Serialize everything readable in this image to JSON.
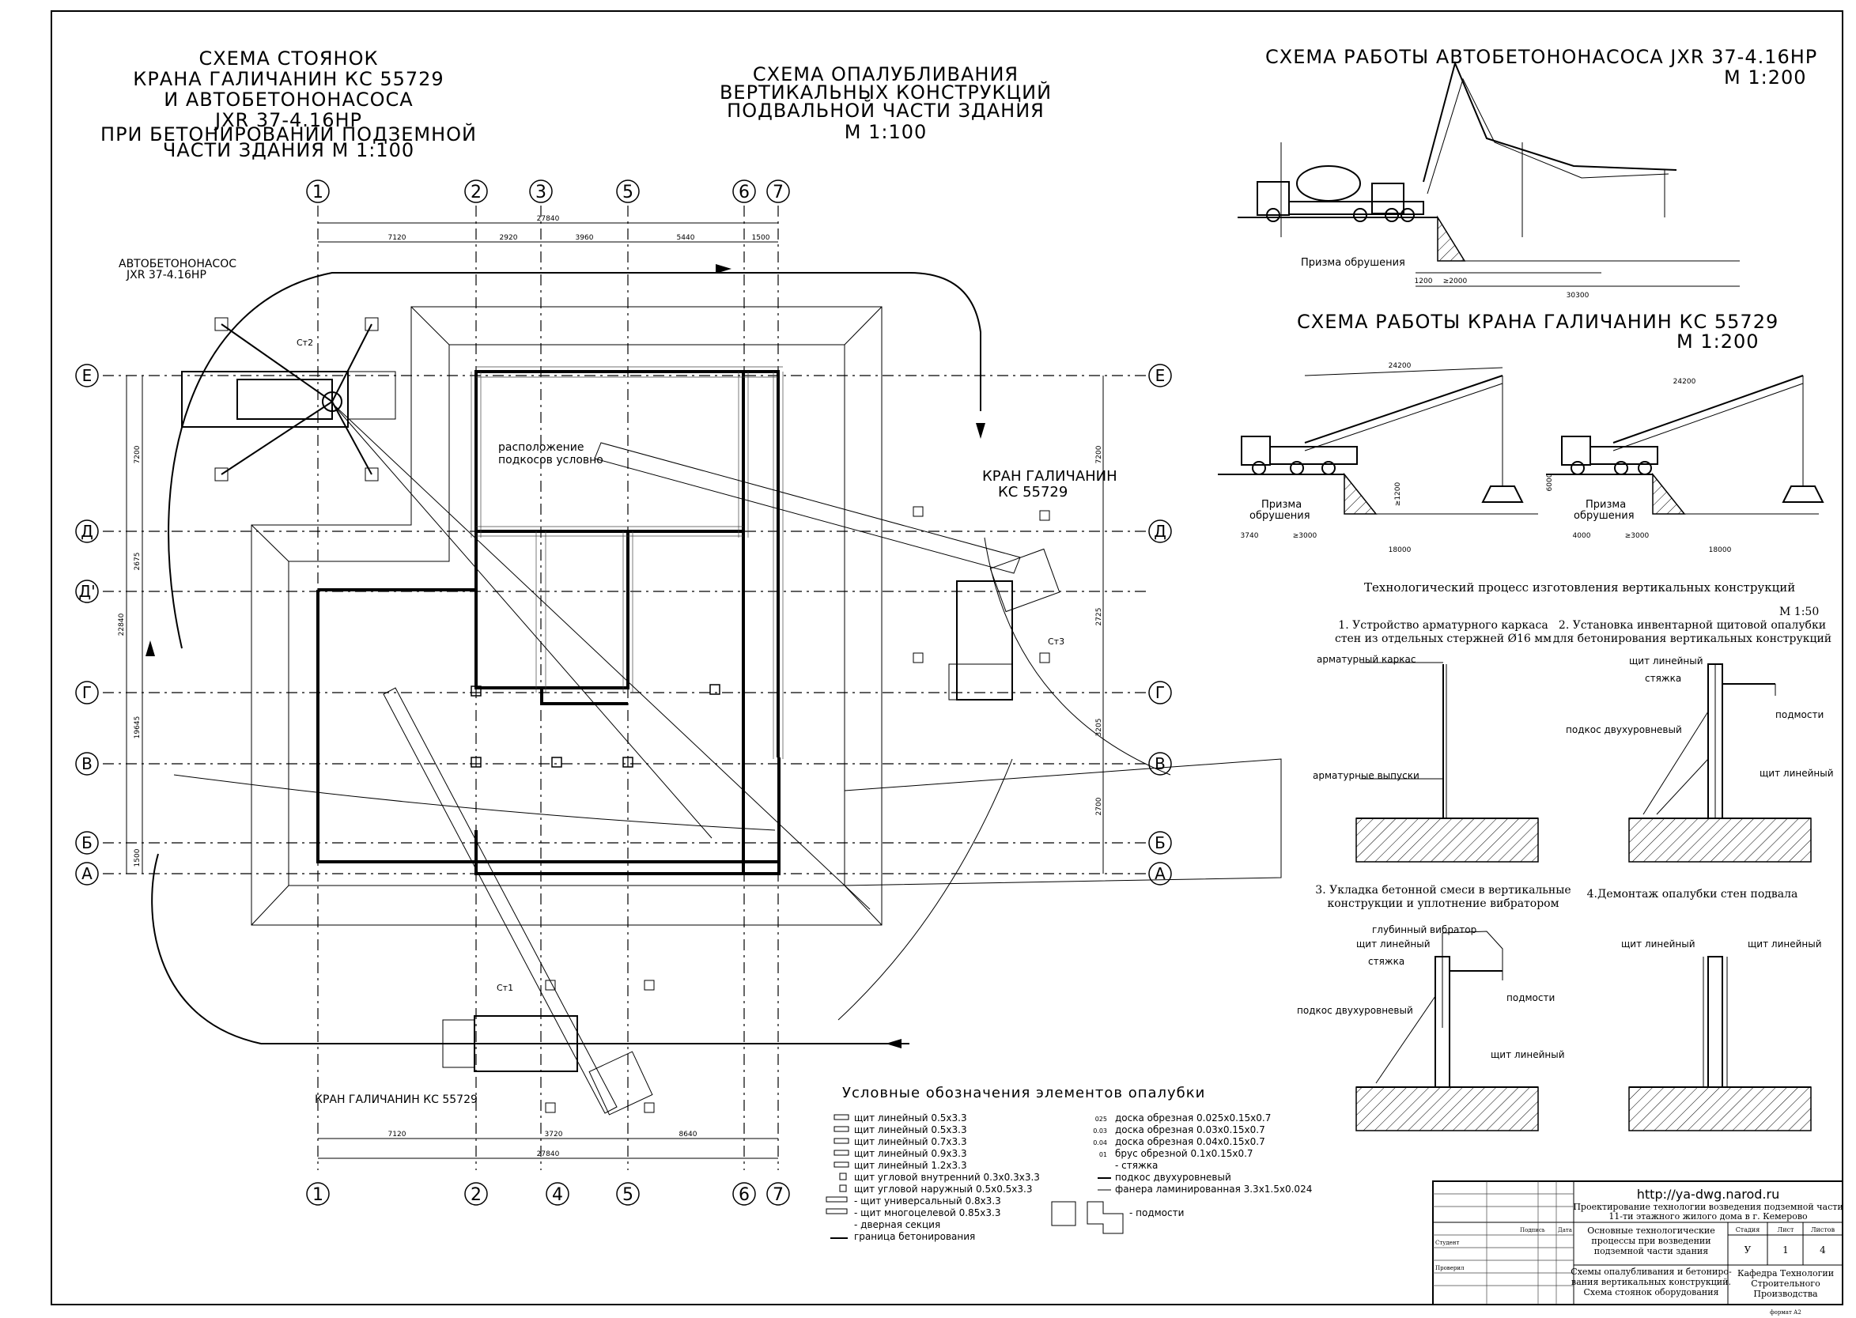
{
  "titles": {
    "parking_scheme": [
      "СХЕМА СТОЯНОК",
      "КРАНА ГАЛИЧАНИН КС 55729",
      "И АВТОБЕТОНОНАСОСА",
      "JXR 37-4.16HP",
      "ПРИ БЕТОНИРОВАНИИ ПОДЗЕМНОЙ",
      "ЧАСТИ ЗДАНИЯ       М 1:100"
    ],
    "formwork_scheme": [
      "СХЕМА ОПАЛУБЛИВАНИЯ",
      "ВЕРТИКАЛЬНЫХ КОНСТРУКЦИЙ",
      "ПОДВАЛЬНОЙ ЧАСТИ ЗДАНИЯ",
      "М 1:100"
    ],
    "pump_scheme": [
      "СХЕМА РАБОТЫ АВТОБЕТОНОНАСОСА JXR 37-4.16HP",
      "М 1:200"
    ],
    "crane_scheme": [
      "СХЕМА РАБОТЫ КРАНА ГАЛИЧАНИН КС 55729",
      "М 1:200"
    ],
    "process_title": "Технологический процесс изготовления вертикальных конструкций",
    "process_scale": "М 1:50"
  },
  "grid_axes": {
    "numeric_top": [
      "1",
      "2",
      "3",
      "5",
      "6",
      "7"
    ],
    "numeric_bottom": [
      "1",
      "2",
      "4",
      "5",
      "6",
      "7"
    ],
    "letters": [
      "Е",
      "Д",
      "Д'",
      "Г",
      "В",
      "Б",
      "А"
    ]
  },
  "dimensions": {
    "top_total": "27840",
    "top_spans": [
      "7120",
      "2920",
      "3960",
      "5440",
      "1500"
    ],
    "bottom_total": "27840",
    "bottom_spans": [
      "7120",
      "3720",
      "8640"
    ],
    "left": [
      "7200",
      "2675",
      "19645",
      "1500",
      "22840"
    ],
    "right": [
      "7200",
      "2725",
      "3205",
      "2700"
    ],
    "pump_dims": [
      "1200",
      "≥2000",
      "30300"
    ],
    "crane_dims_left": [
      "24200",
      "3740",
      "≥3000",
      "18000",
      "≥1200"
    ],
    "crane_dims_right": [
      "24200",
      "4000",
      "≥3000",
      "18000",
      "6000"
    ]
  },
  "plan_labels": {
    "pump": [
      "АВТОБЕТОНОНАСОС",
      "JXR 37-4.16HP"
    ],
    "crane_right": [
      "КРАН ГАЛИЧАНИН",
      "КС 55729"
    ],
    "crane_bottom": "КРАН ГАЛИЧАНИН КС 55729",
    "braces": [
      "расположение",
      "подкосов условно"
    ],
    "stations": [
      "Ст2",
      "Ст3",
      "Ст1"
    ]
  },
  "pump_section_labels": [
    "Призма обрушения"
  ],
  "crane_section_labels": [
    "Призма",
    "обрушения"
  ],
  "steps": [
    {
      "title": [
        "1. Устройство арматурного каркаса",
        "стен из отдельных стержней Ø16 мм"
      ],
      "labels": [
        "арматурный каркас",
        "арматурные выпуски"
      ]
    },
    {
      "title": [
        "2. Установка инвентарной щитовой опалубки",
        "для бетонирования вертикальных конструкций"
      ],
      "labels": [
        "щит линейный",
        "стяжка",
        "подкос двухуровневый",
        "подмости",
        "щит линейный"
      ]
    },
    {
      "title": [
        "3. Укладка бетонной смеси в вертикальные",
        "конструкции и уплотнение вибратором"
      ],
      "labels": [
        "глубинный вибратор",
        "щит линейный",
        "стяжка",
        "подкос двухуровневый",
        "подмости",
        "щит линейный"
      ]
    },
    {
      "title": [
        "4.Демонтаж опалубки стен подвала"
      ],
      "labels": [
        "щит линейный",
        "щит линейный"
      ]
    }
  ],
  "legend": {
    "title": "Условные обозначения элементов опалубки",
    "left": [
      "щит линейный  0.5х3.3",
      "щит линейный  0.5х3.3",
      "щит линейный  0.7х3.3",
      "щит линейный  0.9х3.3",
      "щит линейный  1.2х3.3",
      "щит угловой внутренний  0.3х0.3х3.3",
      "щит угловой наружный  0.5х0.5х3.3",
      "- щит универсальный  0.8х3.3",
      "- щит многоцелевой  0.85х3.3",
      "- дверная секция",
      "граница бетонирования"
    ],
    "right": [
      "доска обрезная  0.025х0.15х0.7",
      "доска обрезная  0.03х0.15х0.7",
      "доска обрезная  0.04х0.15х0.7",
      "брус обрезной  0.1х0.15х0.7",
      "- стяжка",
      "подкос двухуровневый",
      "фанера ламинированная  3.3х1.5х0.024",
      "- подмости"
    ],
    "right_codes": [
      "025",
      "0.03",
      "0.04",
      "01"
    ]
  },
  "stamp": {
    "url": "http://ya-dwg.narod.ru",
    "project": [
      "Проектирование технологии возведения подземной части",
      "11-ти этажного жилого дома в г. Кемерово"
    ],
    "work": [
      "Основные технологические",
      "процессы при возведении",
      "подземной части здания"
    ],
    "sheet_title": [
      "Схемы опалубливания и бетониро-",
      "вания вертикальных конструкций.",
      "Схема стоянок оборудования"
    ],
    "headers": [
      "Стадия",
      "Лист",
      "Листов"
    ],
    "values": [
      "У",
      "1",
      "4"
    ],
    "roles": [
      "Студент",
      "Проверил"
    ],
    "cols": [
      "Подпись",
      "Дата"
    ],
    "dept": [
      "Кафедра Технологии",
      "Строительного",
      "Производства"
    ],
    "format": "формат А2"
  }
}
